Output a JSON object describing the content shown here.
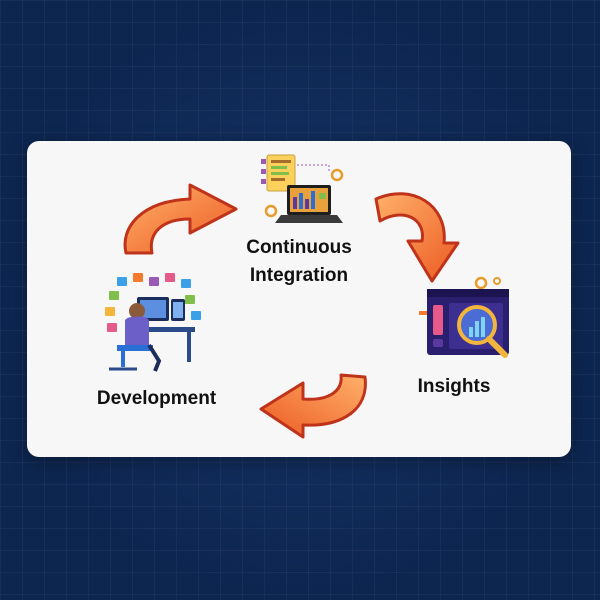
{
  "diagram": {
    "type": "cycle",
    "nodes": [
      {
        "id": "ci",
        "label_lines": [
          "Continuous",
          "Integration"
        ]
      },
      {
        "id": "insights",
        "label": "Insights"
      },
      {
        "id": "development",
        "label": "Development"
      }
    ],
    "edges": [
      {
        "from": "ci",
        "to": "insights"
      },
      {
        "from": "insights",
        "to": "development"
      },
      {
        "from": "development",
        "to": "ci"
      }
    ]
  },
  "colors": {
    "background": "#0d2650",
    "card": "#f7f7f8",
    "arrow_fill": "#f47a2c",
    "arrow_outline": "#c0331b",
    "text": "#111111",
    "accent_purple": "#5b3aa0",
    "accent_blue": "#2a6fd6"
  },
  "icons": {
    "ci": "laptop-documents-icon",
    "insights": "analytics-magnifier-icon",
    "development": "developer-workstation-icon",
    "arrows": "curved-arrow-icon"
  }
}
